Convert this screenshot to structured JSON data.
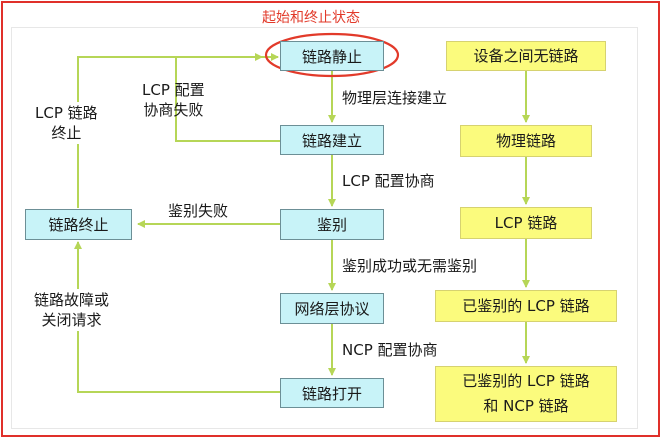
{
  "annotation": {
    "title": "起始和终止状态",
    "color": "#e23a2a"
  },
  "colors": {
    "arrow": "#b6d657",
    "cyan_fill": "#c8f3f8",
    "yellow_fill": "#fbfb7d",
    "frame": "#e0302a"
  },
  "states": {
    "dead": "链路静止",
    "establish": "链路建立",
    "authenticate": "鉴别",
    "network": "网络层协议",
    "open": "链路打开",
    "terminate": "链路终止"
  },
  "transitions": {
    "physical_up": "物理层连接建立",
    "lcp_negotiate": "LCP 配置协商",
    "auth_ok": "鉴别成功或无需鉴别",
    "ncp_negotiate": "NCP 配置协商",
    "auth_fail": "鉴别失败",
    "lcp_fail_1": "LCP 配置",
    "lcp_fail_2": "协商失败",
    "lcp_terminate_1": "LCP 链路",
    "lcp_terminate_2": "终止",
    "fault_1": "链路故障或",
    "fault_2": "关闭请求"
  },
  "link_states": {
    "none": "设备之间无链路",
    "physical": "物理链路",
    "lcp": "LCP 链路",
    "authenticated": "已鉴别的 LCP 链路",
    "full_1": "已鉴别的 LCP 链路",
    "full_2": "和 NCP 链路"
  }
}
